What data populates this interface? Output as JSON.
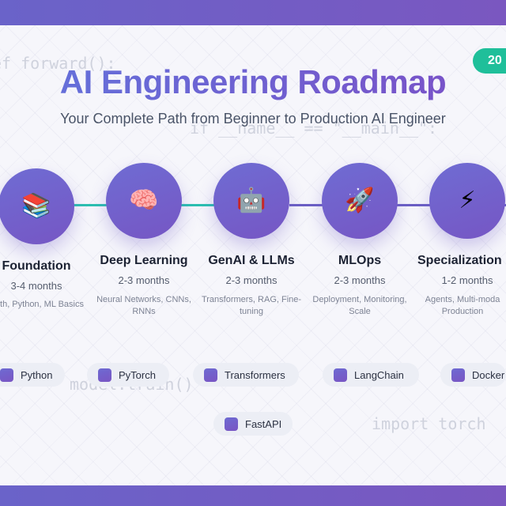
{
  "header": {
    "title": "AI Engineering Roadmap",
    "subtitle": "Your Complete Path from Beginner to Production AI Engineer",
    "year_badge": "20"
  },
  "background_code": [
    "ef forward():",
    "if __name__ == \"__main__\":",
    "model.train()",
    "import torch"
  ],
  "stages": [
    {
      "icon": "books-icon",
      "emoji": "📚",
      "name": "Foundation",
      "duration": "3-4 months",
      "topics": "th, Python, ML Basics"
    },
    {
      "icon": "brain-icon",
      "emoji": "🧠",
      "name": "Deep Learning",
      "duration": "2-3 months",
      "topics": "Neural Networks, CNNs, RNNs"
    },
    {
      "icon": "robot-icon",
      "emoji": "🤖",
      "name": "GenAI & LLMs",
      "duration": "2-3 months",
      "topics": "Transformers, RAG, Fine-tuning"
    },
    {
      "icon": "rocket-icon",
      "emoji": "🚀",
      "name": "MLOps",
      "duration": "2-3 months",
      "topics": "Deployment, Monitoring, Scale"
    },
    {
      "icon": "lightning-icon",
      "emoji": "⚡",
      "name": "Specialization",
      "duration": "1-2 months",
      "topics": "Agents, Multi-moda Production"
    }
  ],
  "tools": [
    "Python",
    "PyTorch",
    "Transformers",
    "LangChain",
    "Docker",
    "FastAPI"
  ],
  "colors": {
    "accent": "#7059c6",
    "connector_done": "#2bc0b0",
    "connector_pending": "#6b5fc4",
    "badge": "#1fbf9a"
  }
}
